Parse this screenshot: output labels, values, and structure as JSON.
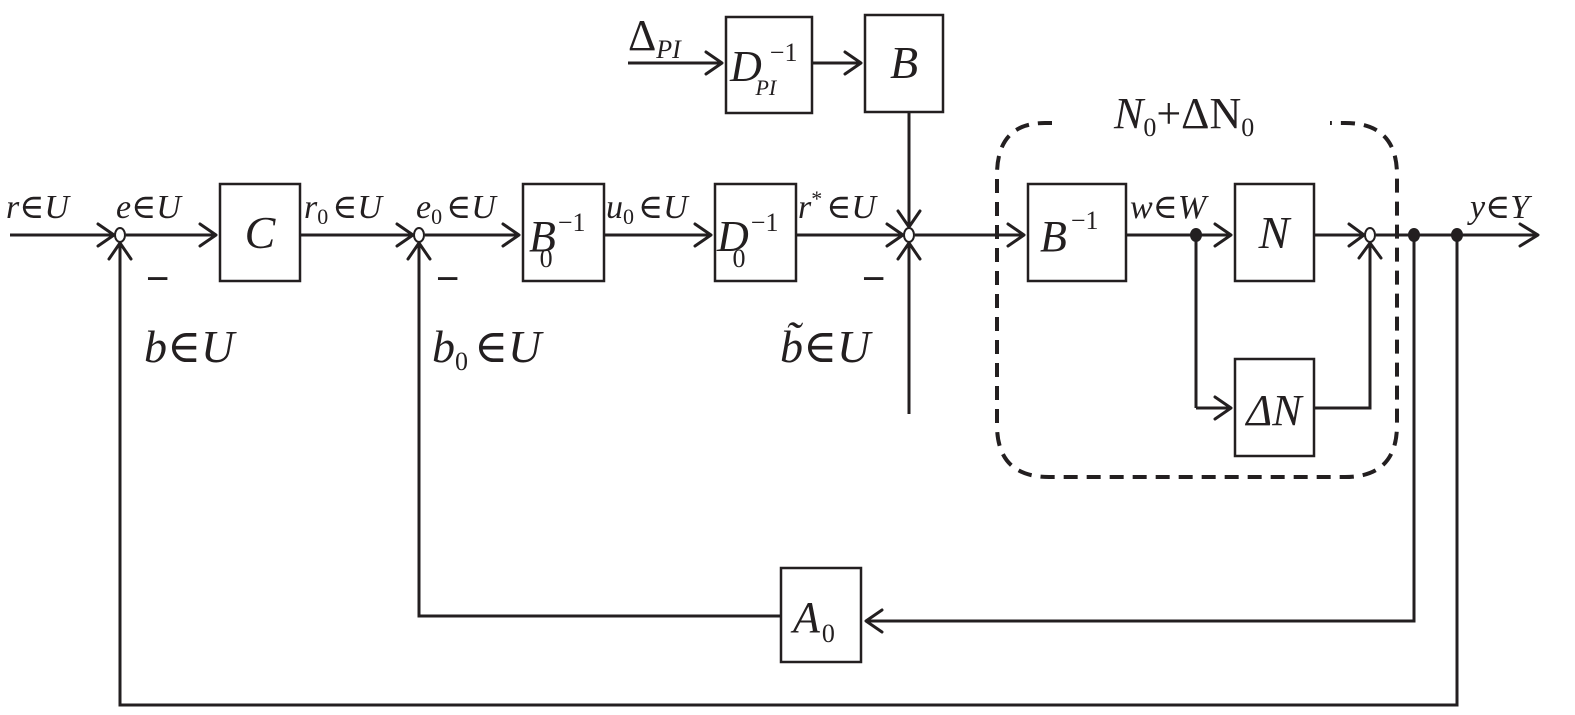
{
  "blocks": {
    "C": "C",
    "B0inv": {
      "base": "B",
      "sub": "0",
      "sup": "−1"
    },
    "D0inv": {
      "base": "D",
      "sub": "0",
      "sup": "−1"
    },
    "DPIinv": {
      "base": "D",
      "sub": "PI",
      "sup": "−1"
    },
    "B": "B",
    "Binv": {
      "base": "B",
      "sup": "−1"
    },
    "N": "N",
    "deltaN": "ΔN",
    "A0": {
      "base": "A",
      "sub": "0"
    }
  },
  "signals": {
    "r": "r∈U",
    "e": "e∈U",
    "r0": {
      "base": "r",
      "sub": "0",
      "rest": "∈U"
    },
    "e0": {
      "base": "e",
      "sub": "0",
      "rest": "∈U"
    },
    "u0": {
      "base": "u",
      "sub": "0",
      "rest": "∈U"
    },
    "rstar": {
      "base": "r",
      "sup": "*",
      "rest": "∈U"
    },
    "w": "w∈W",
    "y": "y∈Y",
    "deltaPI": {
      "base": "Δ",
      "sub": "PI"
    }
  },
  "feedback": {
    "b": "b∈U",
    "b0": {
      "base": "b",
      "sub": "0",
      "rest": "∈U"
    },
    "btilde": "b̃∈U",
    "minus": "−"
  },
  "group_label": {
    "a": "N",
    "a_sub": "0",
    "b": "+ΔN",
    "b_sub": "0"
  }
}
